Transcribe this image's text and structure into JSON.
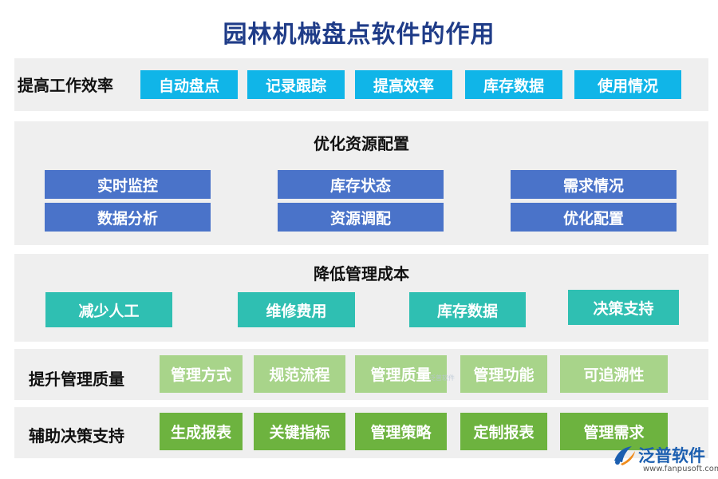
{
  "title": "园林机械盘点软件的作用",
  "colors": {
    "title": "#1f3c88",
    "panel_bg": "#efefef",
    "cyan": "#10b5e8",
    "blue": "#4a73c9",
    "teal": "#2fbfb2",
    "light_green": "#a8d48a",
    "green": "#6db33f"
  },
  "sections": [
    {
      "label": "提高工作效率",
      "items": [
        "自动盘点",
        "记录跟踪",
        "提高效率",
        "库存数据",
        "使用情况"
      ]
    },
    {
      "label": "优化资源配置",
      "items": [
        "实时监控",
        "库存状态",
        "需求情况",
        "数据分析",
        "资源调配",
        "优化配置"
      ]
    },
    {
      "label": "降低管理成本",
      "items": [
        "减少人工",
        "维修费用",
        "库存数据",
        "决策支持"
      ]
    },
    {
      "label": "提升管理质量",
      "items": [
        "管理方式",
        "规范流程",
        "管理质量",
        "管理功能",
        "可追溯性"
      ]
    },
    {
      "label": "辅助决策支持",
      "items": [
        "生成报表",
        "关键指标",
        "管理策略",
        "定制报表",
        "管理需求"
      ]
    }
  ],
  "watermark": "泛普软件",
  "logo": {
    "icon": "fanpu-logo-icon",
    "name": "泛普软件",
    "url": "www.fanpusoft.com"
  }
}
